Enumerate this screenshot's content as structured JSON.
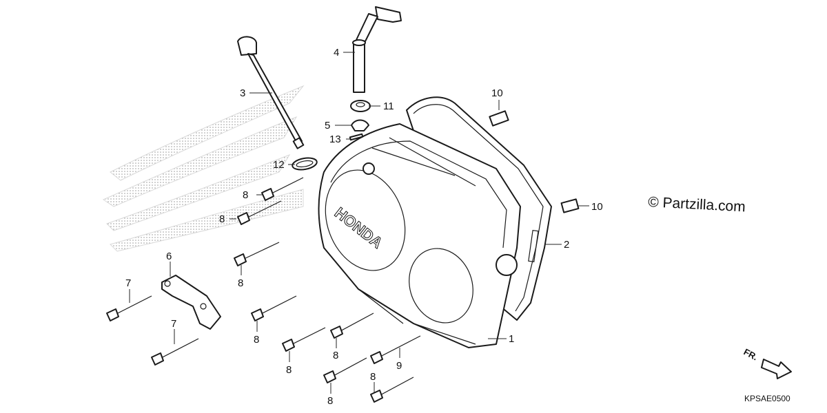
{
  "brand_text": "HONDA",
  "copyright": "© Partzilla.com",
  "figure_code": "KPSAE0500",
  "direction_label": "FR.",
  "callouts": [
    {
      "id": "c1",
      "text": "1"
    },
    {
      "id": "c2",
      "text": "2"
    },
    {
      "id": "c3",
      "text": "3"
    },
    {
      "id": "c4",
      "text": "4"
    },
    {
      "id": "c5",
      "text": "5"
    },
    {
      "id": "c6",
      "text": "6"
    },
    {
      "id": "c7a",
      "text": "7"
    },
    {
      "id": "c7b",
      "text": "7"
    },
    {
      "id": "c8a",
      "text": "8"
    },
    {
      "id": "c8b",
      "text": "8"
    },
    {
      "id": "c8c",
      "text": "8"
    },
    {
      "id": "c8d",
      "text": "8"
    },
    {
      "id": "c8e",
      "text": "8"
    },
    {
      "id": "c8f",
      "text": "8"
    },
    {
      "id": "c8g",
      "text": "8"
    },
    {
      "id": "c8h",
      "text": "8"
    },
    {
      "id": "c9",
      "text": "9"
    },
    {
      "id": "c10a",
      "text": "10"
    },
    {
      "id": "c10b",
      "text": "10"
    },
    {
      "id": "c11",
      "text": "11"
    },
    {
      "id": "c12",
      "text": "12"
    },
    {
      "id": "c13",
      "text": "13"
    }
  ]
}
